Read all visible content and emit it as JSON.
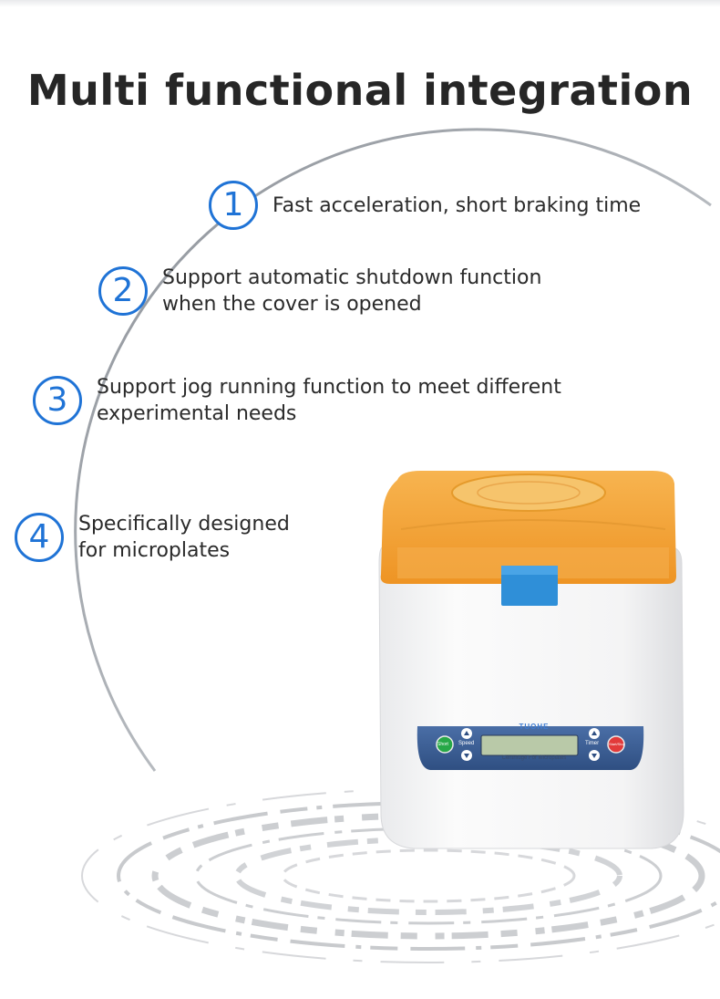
{
  "title": "Multi functional integration",
  "features": [
    {
      "number": "1",
      "lines": [
        "Fast acceleration, short braking time"
      ]
    },
    {
      "number": "2",
      "lines": [
        "Support automatic shutdown function",
        "when the cover is opened"
      ]
    },
    {
      "number": "3",
      "lines": [
        "Support jog running function to meet different",
        "experimental needs"
      ]
    },
    {
      "number": "4",
      "lines": [
        "Specifically designed",
        "for microplates"
      ]
    }
  ],
  "device": {
    "brand": "TUOHE",
    "subtitle": "Centrifuge For Microplates",
    "short_label": "Short",
    "speed_label": "Speed",
    "timer_label": "Timer",
    "start_stop_label": "Start/Stop"
  },
  "colors": {
    "accent": "#1f73d6",
    "lid": "#f2a33a",
    "body": "#f7f7f7",
    "panel": "#3d5f96",
    "latch": "#2f8fd8"
  }
}
